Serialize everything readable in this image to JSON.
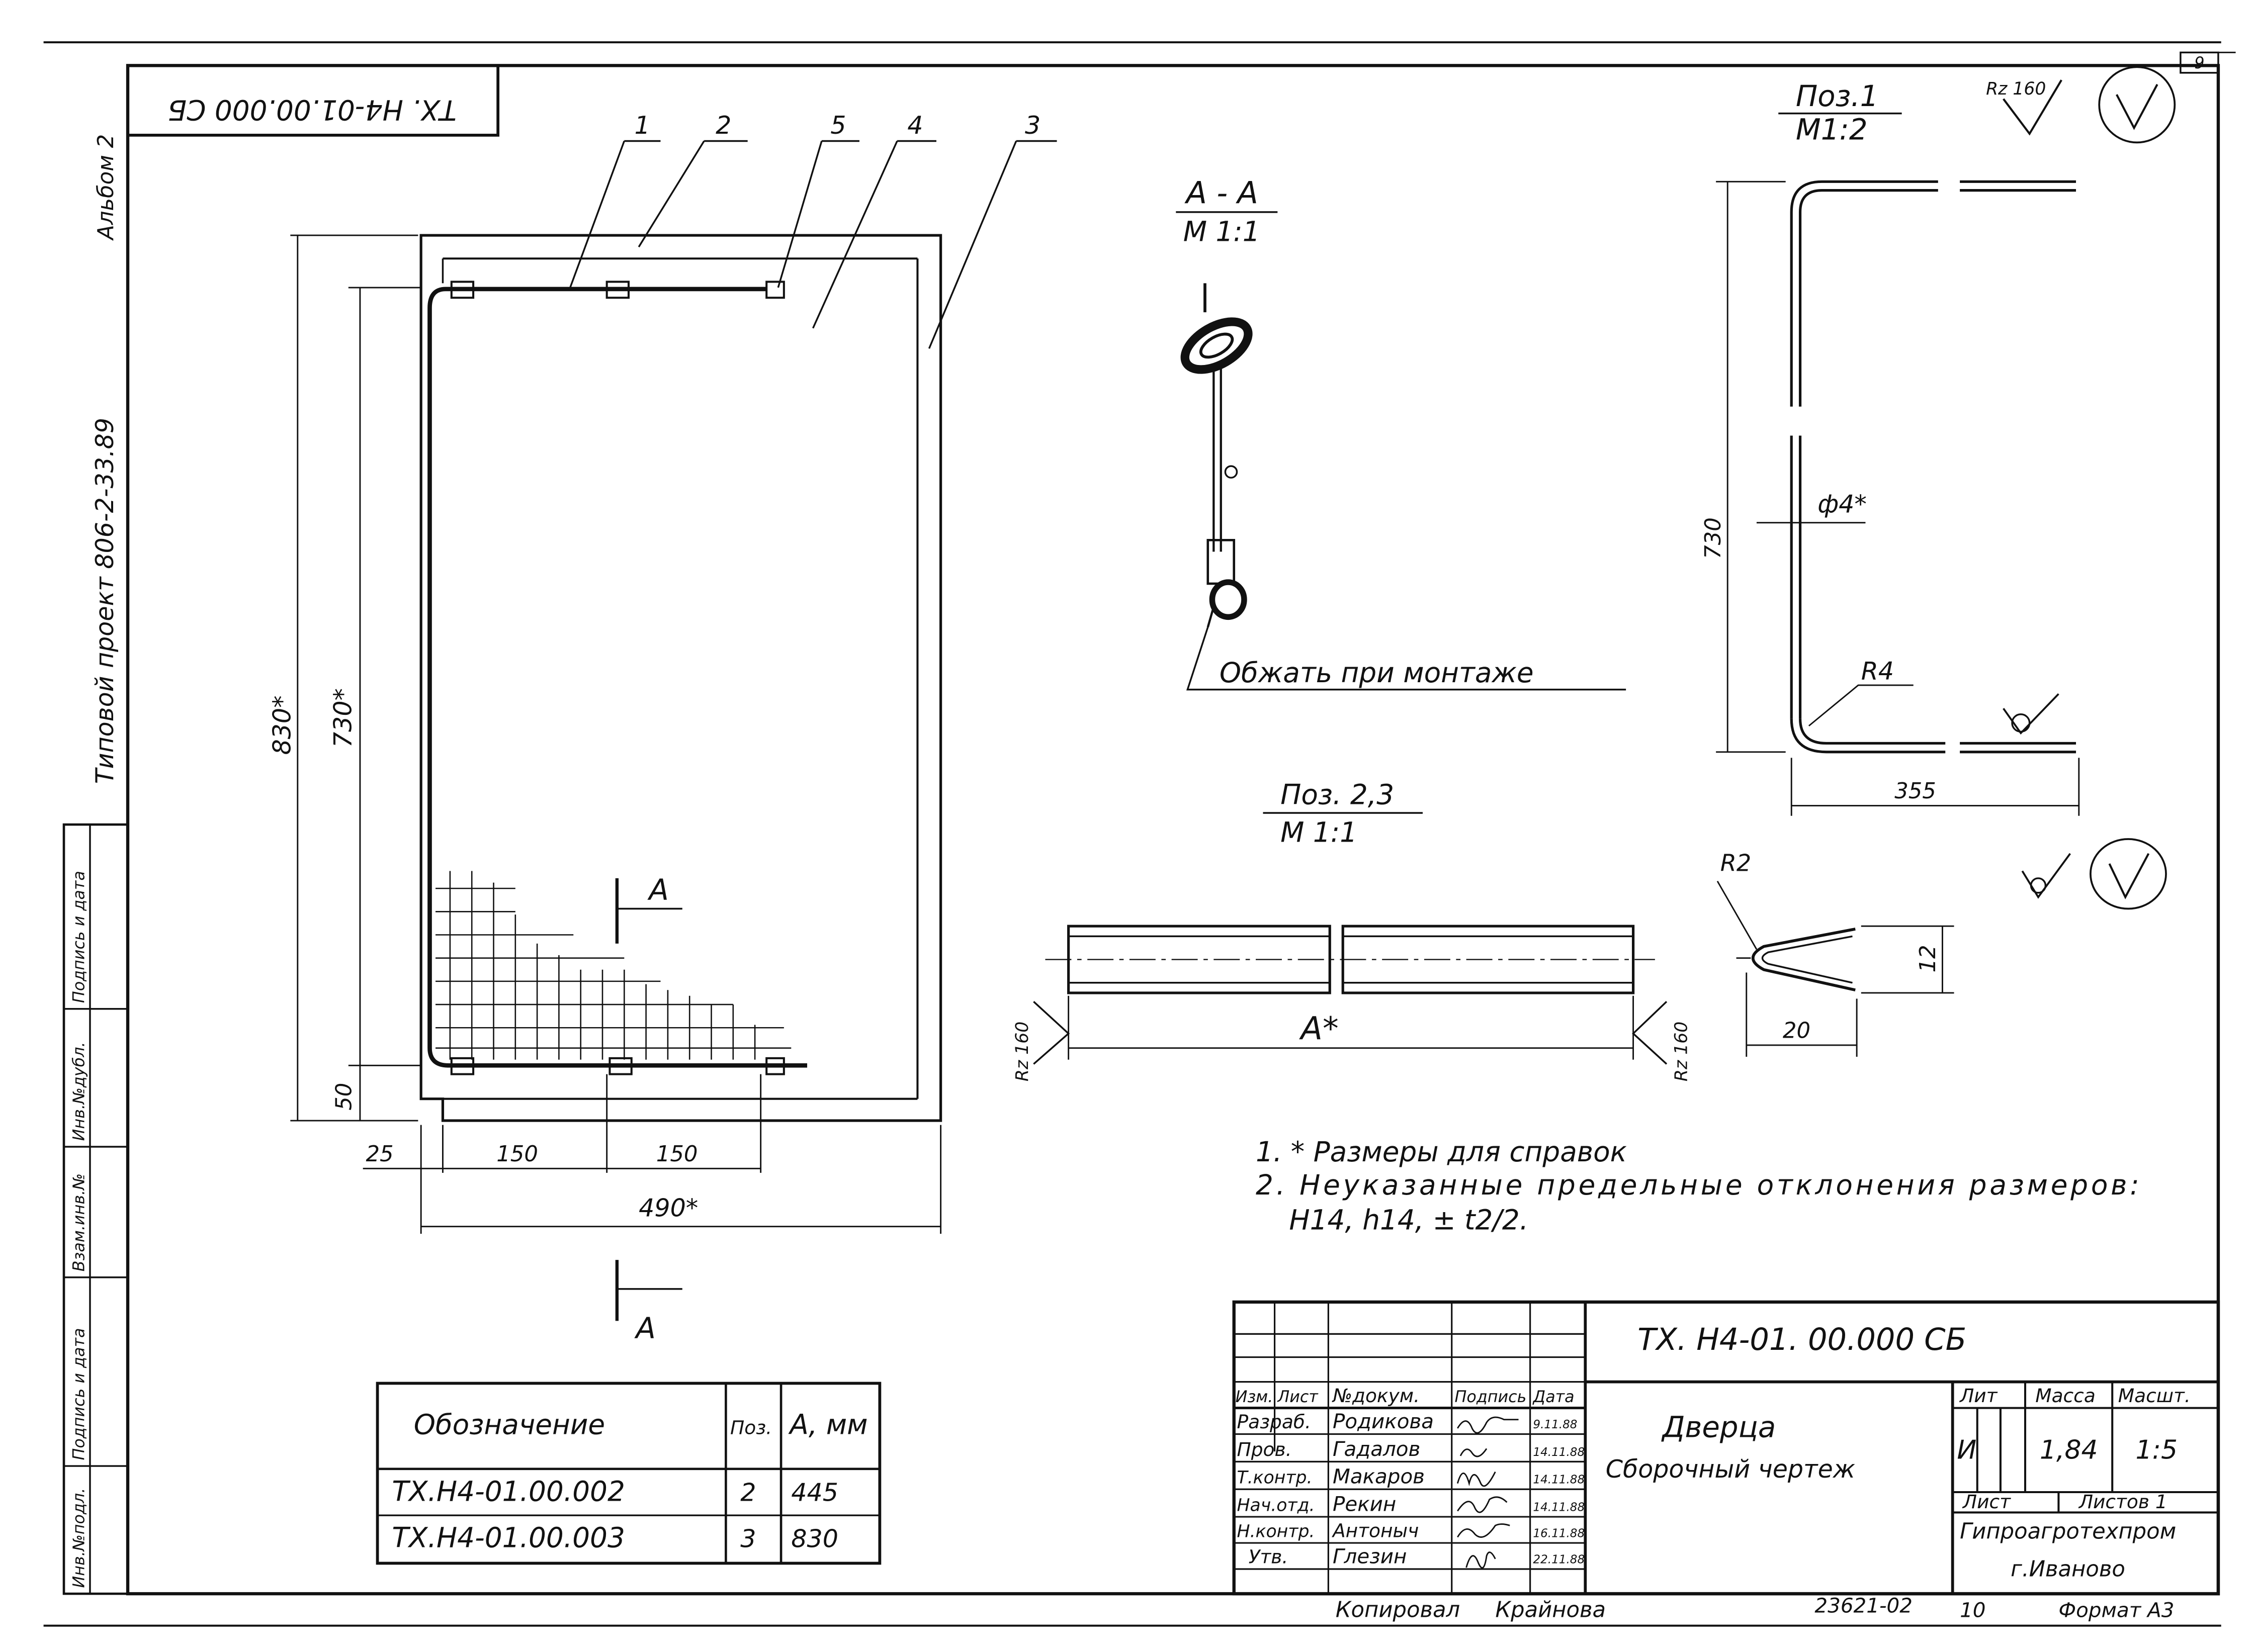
{
  "sheet": {
    "sheet_number": "9",
    "side_album": "Альбом 2",
    "side_project": "Типовой проект 806-2-33.89",
    "inverted_designation": "ТХ. Н4-01.00.000 СБ",
    "side_stamp_columns": [
      "Инв.№подл.",
      "Подпись и дата",
      "Взам.инв.№",
      "Инв.№дубл.",
      "Подпись и дата"
    ]
  },
  "main_view": {
    "leaders": [
      "1",
      "2",
      "5",
      "4",
      "3"
    ],
    "dims": {
      "height_total": "830*",
      "height_inner": "730*",
      "bottom_gap": "50",
      "left_offset": "25",
      "spacing_1": "150",
      "spacing_2": "150",
      "width_total": "490*"
    },
    "section_mark": "А"
  },
  "section_aa": {
    "title": "А - А",
    "scale": "М 1:1",
    "note": "Обжать при монтаже"
  },
  "pos1": {
    "title": "Поз.1",
    "scale": "М1:2",
    "roughness": "Rz 160",
    "dims": {
      "height": "730",
      "diameter": "ф4*",
      "radius": "R4",
      "width": "355"
    }
  },
  "pos23": {
    "title": "Поз. 2,3",
    "scale": "М 1:1",
    "dim_length": "А*",
    "roughness_left": "Rz 160",
    "roughness_right": "Rz 160"
  },
  "profile": {
    "radius": "R2",
    "height": "12",
    "width": "20"
  },
  "notes": [
    "1. * Размеры для справок",
    "2. Неуказанные предельные отклонения размеров:",
    "Н14, h14, ± t2/2."
  ],
  "spec_table": {
    "headers": [
      "Обозначение",
      "Поз.",
      "А, мм"
    ],
    "rows": [
      [
        "ТХ.Н4-01.00.002",
        "2",
        "445"
      ],
      [
        "ТХ.Н4-01.00.003",
        "3",
        "830"
      ]
    ]
  },
  "title_block": {
    "designation": "ТХ. Н4-01. 00.000  СБ",
    "item_name": "Дверца",
    "doc_type": "Сборочный чертеж",
    "col_headers": [
      "Изм.",
      "Лист",
      "№докум.",
      "Подпись",
      "Дата"
    ],
    "roles": [
      {
        "role": "Разраб.",
        "name": "Родикова",
        "date": "9.11.88"
      },
      {
        "role": "Пров.",
        "name": "Гадалов",
        "date": "14.11.88"
      },
      {
        "role": "Т.контр.",
        "name": "Макаров",
        "date": "14.11.88"
      },
      {
        "role": "Нач.отд.",
        "name": "Рекин",
        "date": "14.11.88"
      },
      {
        "role": "Н.контр.",
        "name": "Антоныч",
        "date": "16.11.88"
      },
      {
        "role": "Утв.",
        "name": "Глезин",
        "date": "22.11.88"
      }
    ],
    "lit_label": "Лит",
    "mass_label": "Масса",
    "scale_label": "Масшт.",
    "lit_value": "И",
    "mass_value": "1,84",
    "scale_value": "1:5",
    "sheet_label": "Лист",
    "sheets_label": "Листов 1",
    "organization": "Гипроагротехпром",
    "city": "г.Иваново"
  },
  "footer": {
    "copied": "Копировал",
    "copier": "Крайнова",
    "code": "23621-02",
    "sheet_no": "10",
    "format": "Формат А3"
  }
}
